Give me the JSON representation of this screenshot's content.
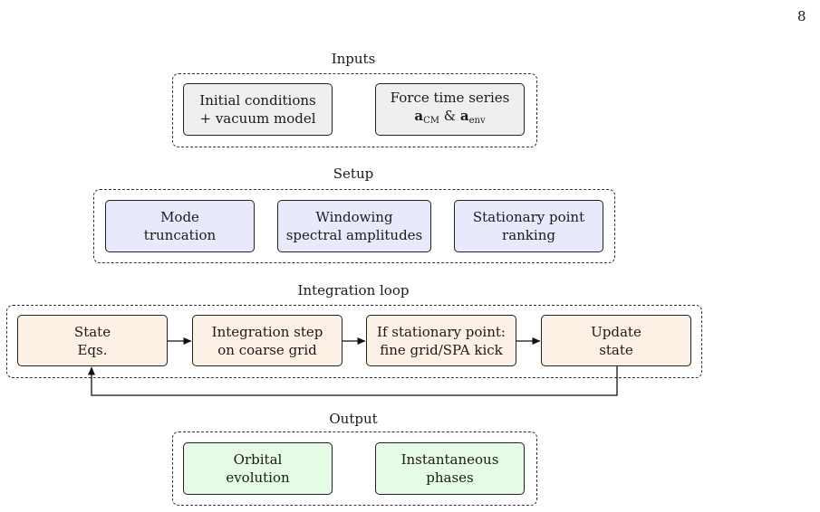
{
  "page_number": "8",
  "inputs": {
    "title": "Inputs",
    "nodes": [
      {
        "lines": [
          "Initial conditions",
          "+ vacuum model"
        ]
      },
      {
        "lines": [
          "Force time series"
        ],
        "formula": {
          "a": "a",
          "cm": "CM",
          "amp": " & ",
          "b": "a",
          "env": "env"
        }
      }
    ]
  },
  "setup": {
    "title": "Setup",
    "nodes": [
      {
        "lines": [
          "Mode",
          "truncation"
        ]
      },
      {
        "lines": [
          "Windowing",
          "spectral amplitudes"
        ]
      },
      {
        "lines": [
          "Stationary point",
          "ranking"
        ]
      }
    ]
  },
  "loop": {
    "title": "Integration loop",
    "nodes": [
      {
        "lines": [
          "State",
          "Eqs."
        ]
      },
      {
        "lines": [
          "Integration step",
          "on coarse grid"
        ]
      },
      {
        "lines": [
          "If stationary point:",
          "fine grid/SPA kick"
        ]
      },
      {
        "lines": [
          "Update",
          "state"
        ]
      }
    ]
  },
  "output": {
    "title": "Output",
    "nodes": [
      {
        "lines": [
          "Orbital",
          "evolution"
        ]
      },
      {
        "lines": [
          "Instantaneous",
          "phases"
        ]
      }
    ]
  }
}
